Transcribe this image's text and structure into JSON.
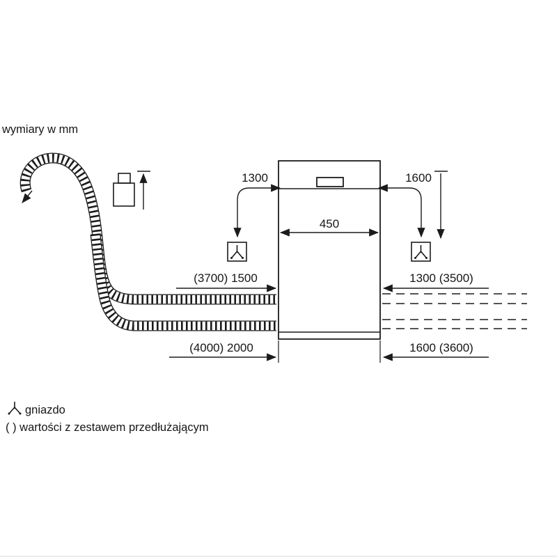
{
  "title": "wymiary w mm",
  "appliance": {
    "type": "dishwasher-front-view",
    "width_label": "450"
  },
  "dimensions": {
    "socket_left": "1300",
    "socket_right": "1600",
    "width": "450",
    "hose_mid_left": "(3700) 1500",
    "hose_mid_right": "1300 (3500)",
    "hose_bottom_left": "(4000) 2000",
    "hose_bottom_right": "1600 (3600)"
  },
  "legend": {
    "socket_label": "gniazdo",
    "extension_note": "( ) wartości z zestawem przedłużającym"
  },
  "icons": {
    "socket": "earthed-socket-symbol",
    "hose": "corrugated-hose",
    "tap": "water-tap-connector"
  },
  "colors": {
    "line": "#1b1b1b",
    "background": "#ffffff"
  }
}
